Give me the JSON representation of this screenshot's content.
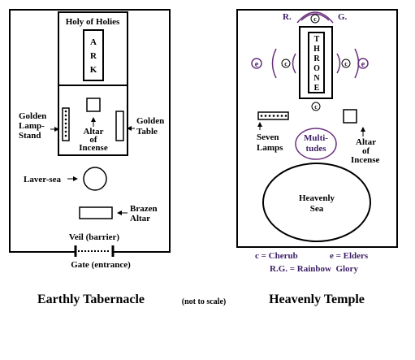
{
  "colors": {
    "ink": "#000000",
    "purple_text": "#3d1f66",
    "purple_stroke": "#6a2f7e"
  },
  "tabernacle": {
    "holy_of_holies": "Holy of Holies",
    "ark": [
      "A",
      "R",
      "K"
    ],
    "golden_lampstand": [
      "Golden",
      "Lamp-",
      "Stand"
    ],
    "golden_table": [
      "Golden",
      "Table"
    ],
    "altar_of_incense": [
      "Altar",
      "of",
      "Incense"
    ],
    "laver_sea": "Laver-sea",
    "brazen_altar": [
      "Brazen",
      "Altar"
    ],
    "veil": "Veil (barrier)",
    "gate": "Gate (entrance)",
    "title": "Earthly Tabernacle"
  },
  "scale_note": "(not to scale)",
  "temple": {
    "rg_r": "R.",
    "rg_g": "G.",
    "throne": [
      "T",
      "H",
      "R",
      "O",
      "N",
      "E"
    ],
    "cherub_mark": "c",
    "elder_mark": "e",
    "seven_lamps": [
      "Seven",
      "Lamps"
    ],
    "multitudes": [
      "Multi-",
      "tudes"
    ],
    "altar_of_incense": [
      "Altar",
      "of",
      "Incense"
    ],
    "heavenly_sea": [
      "Heavenly",
      "Sea"
    ],
    "legend_cherub": "c = Cherub",
    "legend_elders": "e = Elders",
    "legend_rg": "R.G. = Rainbow  Glory",
    "title": "Heavenly Temple"
  }
}
